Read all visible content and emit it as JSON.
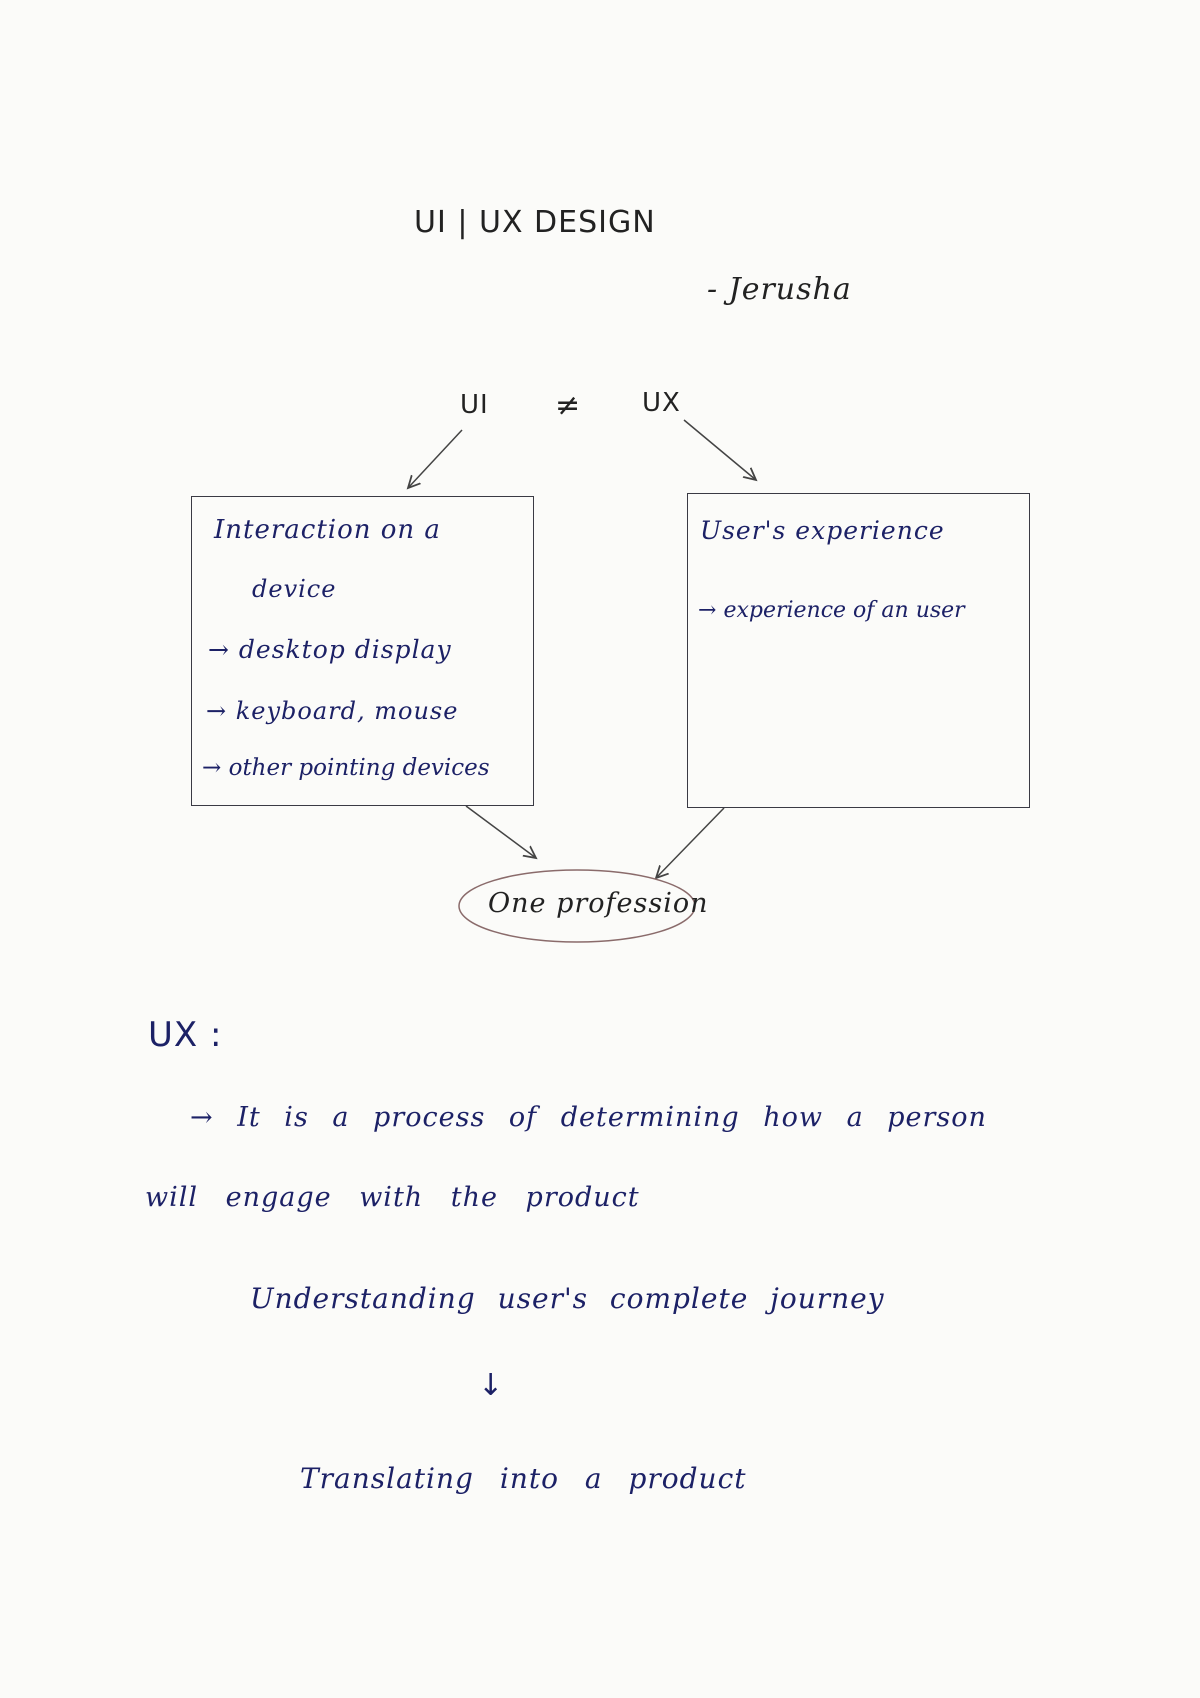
{
  "title": "UI | UX DESIGN",
  "author": "- Jerusha",
  "diagram": {
    "ui_label": "UI",
    "not_equal": "≠",
    "ux_label": "UX",
    "ui_box": {
      "heading": "Interaction on a",
      "heading_cont": "device",
      "items": [
        "desktop display",
        "keyboard, mouse",
        "other pointing devices"
      ]
    },
    "ux_box": {
      "heading": "User's experience",
      "items": [
        "experience of an user"
      ]
    },
    "result": "One profession"
  },
  "ux_section": {
    "heading": "UX :",
    "line1": "→ It is a process of determining how a person",
    "line2": "will engage with the product",
    "flow_top": "Understanding user's complete journey",
    "flow_arrow": "↓",
    "flow_bottom": "Translating into a product"
  }
}
